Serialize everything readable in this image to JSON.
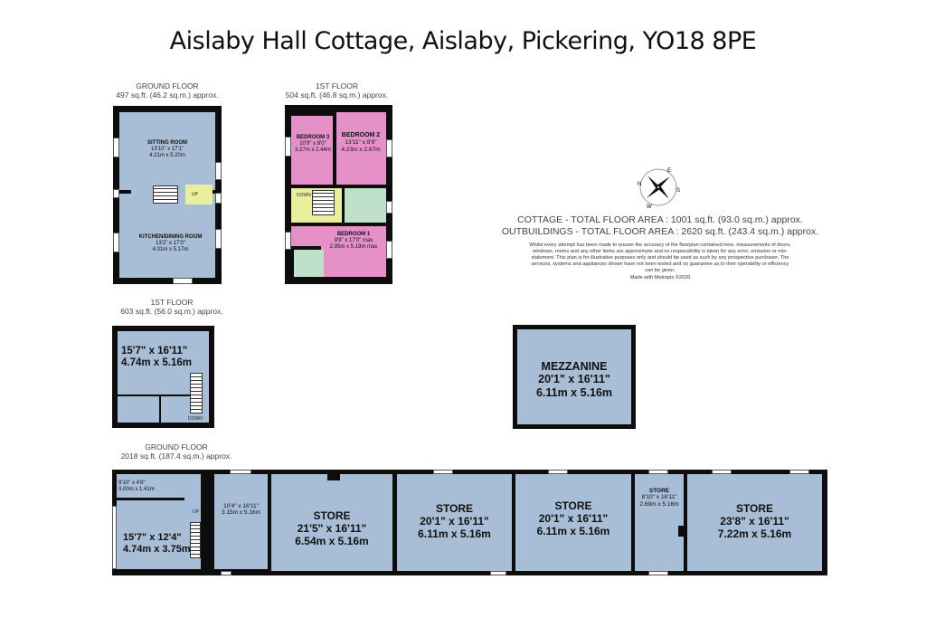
{
  "title": "Aislaby Hall Cottage, Aislaby, Pickering, YO18 8PE",
  "cottage": {
    "ground": {
      "label": "GROUND FLOOR",
      "area": "497 sq.ft. (46.2 sq.m.) approx.",
      "sitting_room": {
        "name": "SITTING ROOM",
        "imperial": "13'10\" x 17'1\"",
        "metric": "4.21m x 5.20m"
      },
      "kitchen": {
        "name": "KITCHEN/DINING ROOM",
        "imperial": "13'2\" x 17'0\"",
        "metric": "4.01m x 5.17m"
      },
      "up": "UP"
    },
    "first": {
      "label": "1ST FLOOR",
      "area": "504 sq.ft. (46.8 sq.m.) approx.",
      "bedroom3": {
        "name": "BEDROOM 3",
        "imperial": "10'9\" x 8'0\"",
        "metric": "3.27m x 2.44m"
      },
      "bedroom2": {
        "name": "BEDROOM 2",
        "imperial": "13'11\" x 8'9\"",
        "metric": "4.23m x 2.67m"
      },
      "bedroom1": {
        "name": "BEDROOM 1",
        "imperial": "9'9\" x 17'0\" max",
        "metric": "2.95m x 5.19m max"
      },
      "down": "DOWN"
    }
  },
  "summary": {
    "cottage_total": "COTTAGE - TOTAL FLOOR AREA : 1001 sq.ft. (93.0 sq.m.) approx.",
    "outbuildings_total": "OUTBUILDINGS - TOTAL FLOOR AREA : 2620 sq.ft. (243.4 sq.m.) approx.",
    "disclaimer": "Whilst every attempt has been made to ensure the accuracy of the floorplan contained here, measurements of doors, windows, rooms and any other items are approximate and no responsibility is taken for any error, omission or mis-statement. This plan is for illustrative purposes only and should be used as such by any prospective purchaser. The services, systems and appliances shown have not been tested and no guarantee as to their operability or efficiency can be given.",
    "made_with": "Made with Metropix ©2020",
    "compass_letters": [
      "N",
      "E",
      "S",
      "W"
    ]
  },
  "outbuildings": {
    "first": {
      "label": "1ST FLOOR",
      "area": "603 sq.ft. (56.0 sq.m.) approx.",
      "room": {
        "imperial": "15'7\" x 16'11\"",
        "metric": "4.74m x 5.16m"
      },
      "down": "DOWN"
    },
    "mezzanine": {
      "name": "MEZZANINE",
      "imperial": "20'1\" x 16'11\"",
      "metric": "6.11m x 5.16m"
    },
    "ground": {
      "label": "GROUND FLOOR",
      "area": "2018 sq.ft. (187.4 sq.m.) approx.",
      "small_room": {
        "imperial": "9'10\" x 4'8\"",
        "metric": "3.00m x 1.41m"
      },
      "left_room": {
        "imperial": "15'7\" x 12'4\"",
        "metric": "4.74m x 3.75m"
      },
      "narrow_room": {
        "imperial": "10'4\" x 16'11\"",
        "metric": "3.15m x 5.16m"
      },
      "up": "UP",
      "stores": [
        {
          "name": "STORE",
          "imperial": "21'5\" x 16'11\"",
          "metric": "6.54m x 5.16m"
        },
        {
          "name": "STORE",
          "imperial": "20'1\" x 16'11\"",
          "metric": "6.11m x 5.16m"
        },
        {
          "name": "STORE",
          "imperial": "20'1\" x 16'11\"",
          "metric": "6.11m x 5.16m"
        },
        {
          "name": "STORE",
          "imperial": "8'10\" x 16'11\"",
          "metric": "2.69m x 5.16m"
        },
        {
          "name": "STORE",
          "imperial": "23'8\" x 16'11\"",
          "metric": "7.22m x 5.16m"
        }
      ]
    }
  },
  "colors": {
    "blue_room": "#a8bdd6",
    "pink_room": "#e590c8",
    "yellow_landing": "#e9ef9c",
    "green_bath": "#bfe0c9",
    "wall": "#0d0d0d"
  }
}
